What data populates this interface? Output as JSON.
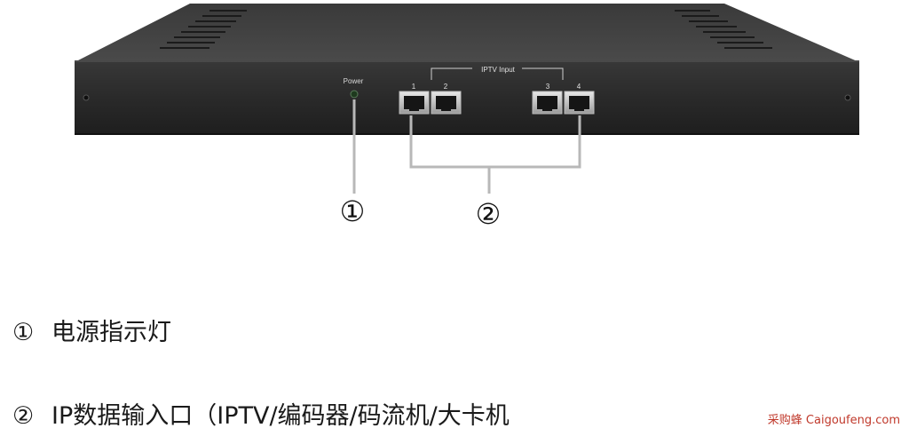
{
  "device": {
    "power_label": "Power",
    "iptv_group_label": "IPTV Input",
    "ports": [
      "1",
      "2",
      "3",
      "4"
    ]
  },
  "callouts": {
    "one": "①",
    "two": "②"
  },
  "legend": [
    {
      "marker": "①",
      "text": "电源指示灯"
    },
    {
      "marker": "②",
      "text": "IP数据输入口（IPTV/编码器/码流机/大卡机"
    }
  ],
  "watermark": "采购蜂 Caigoufeng.com",
  "colors": {
    "chassis": "#2e2e2e",
    "leader_lines": "#b8b8b8",
    "watermark": "#c0392b"
  }
}
